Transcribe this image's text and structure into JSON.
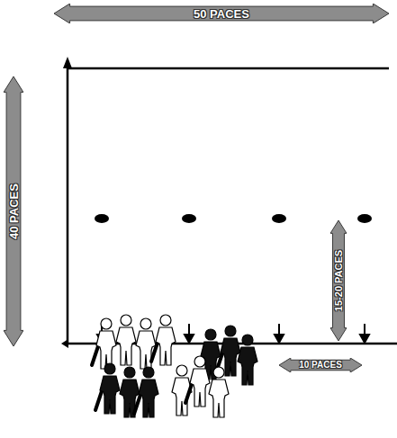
{
  "diagram": {
    "nodes": [
      {
        "text": [
          "50 PACES"
        ]
      },
      {
        "text": [
          "40 PACES"
        ]
      },
      {
        "text": [
          "15-20 PACES"
        ]
      },
      {
        "text": [
          "10 PACES"
        ]
      }
    ]
  }
}
